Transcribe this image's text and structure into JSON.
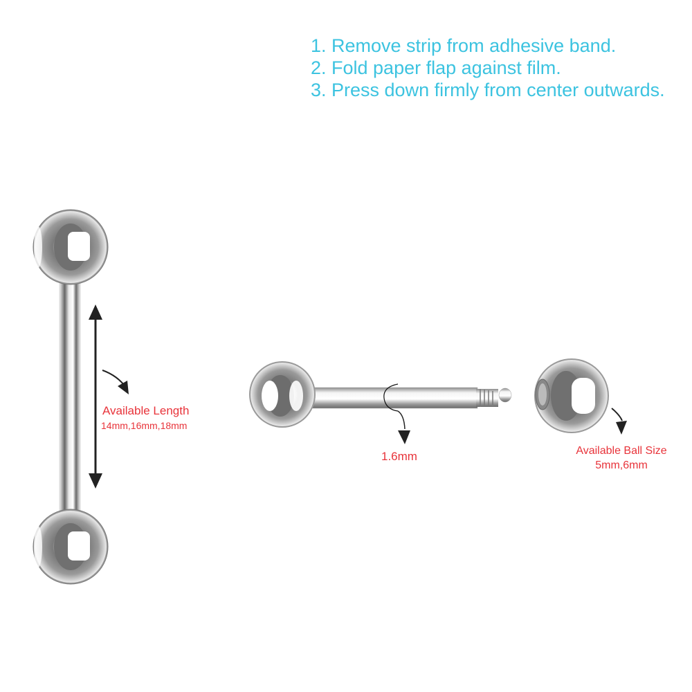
{
  "instructions": [
    "1. Remove strip from adhesive band.",
    "2. Fold paper flap against film.",
    "3. Press down firmly from center outwards."
  ],
  "length_callout": {
    "title": "Available Length",
    "values": "14mm,16mm,18mm"
  },
  "gauge_callout": {
    "value": "1.6mm"
  },
  "ball_callout": {
    "title": "Available Ball Size",
    "values": "5mm,6mm"
  },
  "colors": {
    "instruction_text": "#3cc3e0",
    "label_text": "#e8333a",
    "arrow": "#222222",
    "metal_dark": "#6a6a6a",
    "metal_light": "#f4f4f4"
  }
}
